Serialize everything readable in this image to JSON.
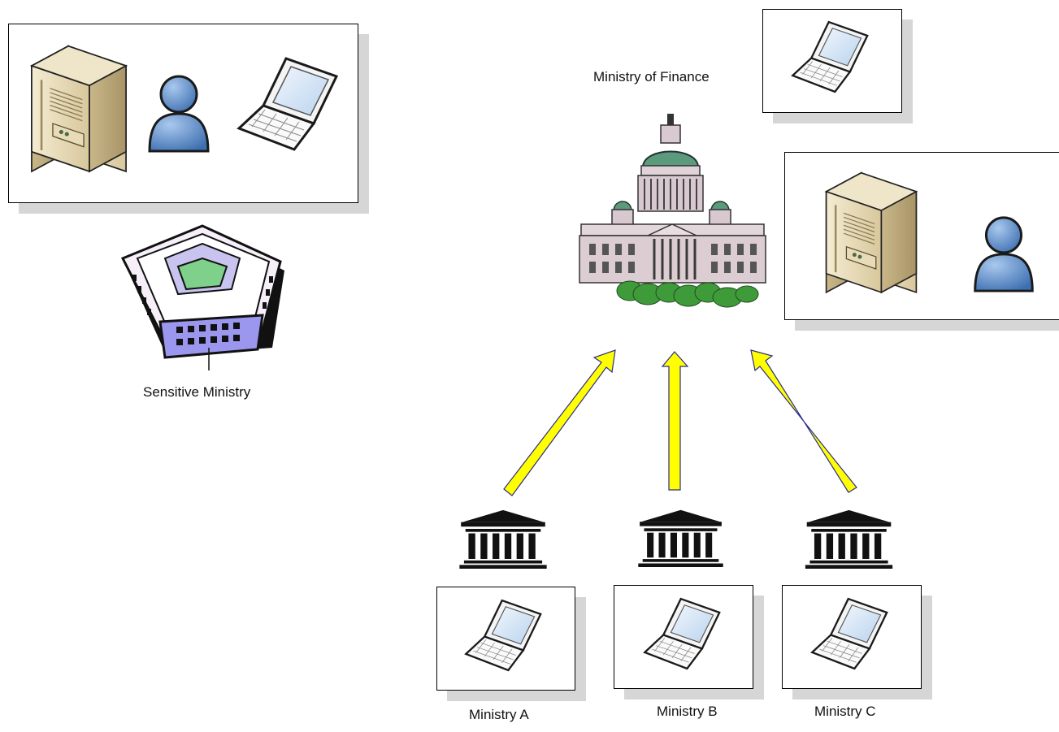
{
  "labels": {
    "sensitive_ministry": "Sensitive Ministry",
    "ministry_of_finance": "Ministry of Finance",
    "ministry_a": "Ministry A",
    "ministry_b": "Ministry B",
    "ministry_c": "Ministry C"
  },
  "icons": {
    "server": "server-tower-icon",
    "user": "user-icon",
    "laptop": "laptop-icon",
    "pentagon": "pentagon-building-icon",
    "capitol": "domed-capitol-building-icon",
    "ministry": "classical-columns-building-icon",
    "arrow": "upward-arrow-icon"
  },
  "colors": {
    "arrow_fill": "#ffff00",
    "arrow_stroke": "#2c2c8c",
    "box_shadow": "#d6d6d6",
    "user_blue": "#5b8fcf",
    "server_beige": "#e6d9b6"
  },
  "connections": [
    {
      "from": "ministry_a",
      "to": "ministry_of_finance"
    },
    {
      "from": "ministry_b",
      "to": "ministry_of_finance"
    },
    {
      "from": "ministry_c",
      "to": "ministry_of_finance"
    }
  ]
}
